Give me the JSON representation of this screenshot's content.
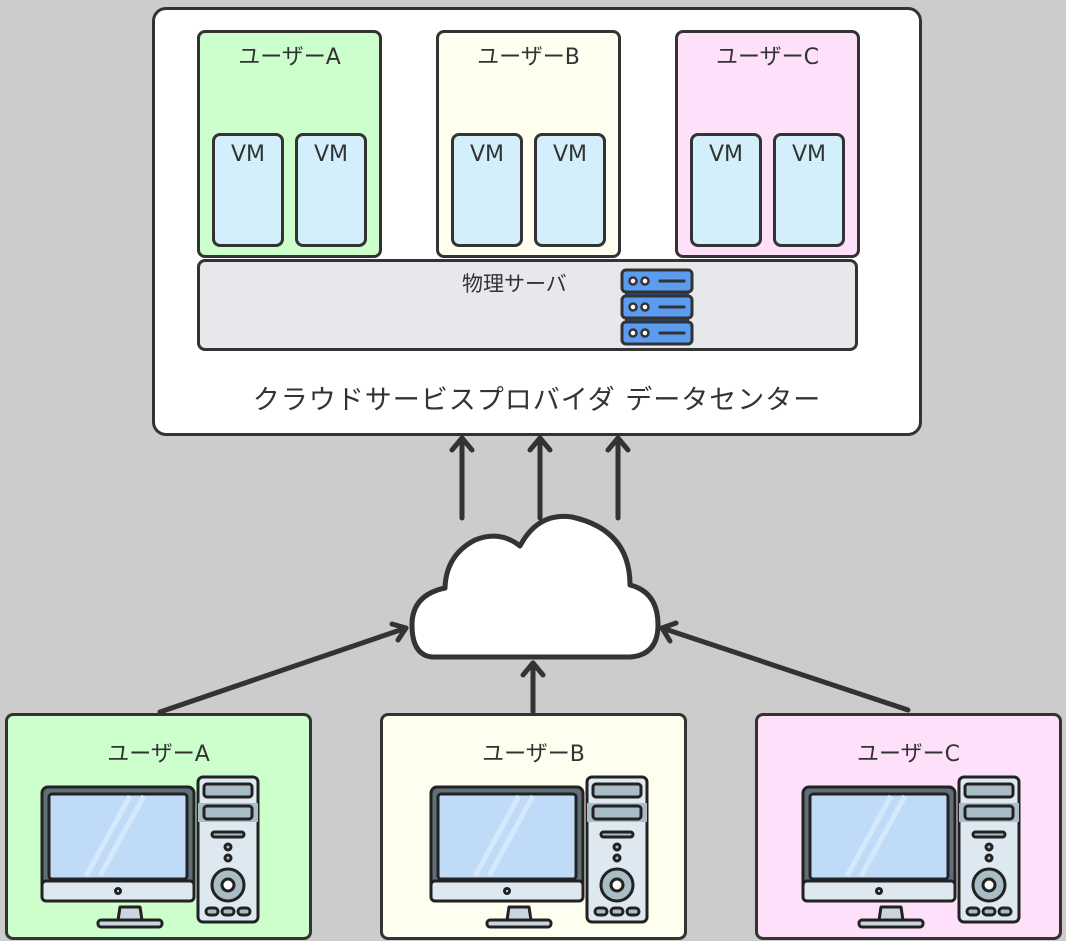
{
  "datacenter": {
    "label": "クラウドサービスプロバイダ データセンター",
    "tenants": [
      {
        "label": "ユーザーA",
        "color": "#ccffcc",
        "vms": [
          "VM",
          "VM"
        ]
      },
      {
        "label": "ユーザーB",
        "color": "#fffff0",
        "vms": [
          "VM",
          "VM"
        ]
      },
      {
        "label": "ユーザーC",
        "color": "#ffe0fb",
        "vms": [
          "VM",
          "VM"
        ]
      }
    ],
    "physical_server": {
      "label": "物理サーバ",
      "icon": "server-rack-icon"
    }
  },
  "network": {
    "icon": "cloud-icon"
  },
  "clients": [
    {
      "label": "ユーザーA",
      "color": "#ccffcc",
      "icon": "desktop-pc-icon"
    },
    {
      "label": "ユーザーB",
      "color": "#fffff0",
      "icon": "desktop-pc-icon"
    },
    {
      "label": "ユーザーC",
      "color": "#ffe0fb",
      "icon": "desktop-pc-icon"
    }
  ],
  "colors": {
    "vm": "#d3effb",
    "server_bar": "#e6e8ec",
    "background": "#cccccc",
    "stroke": "#333333",
    "server_icon": "#5b9cf0"
  }
}
